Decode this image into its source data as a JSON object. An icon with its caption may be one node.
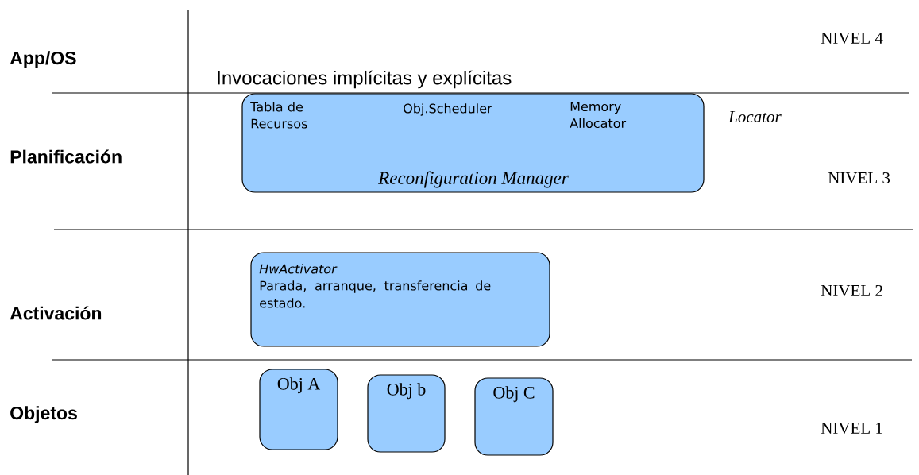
{
  "diagram": {
    "nodes": [
      {
        "text": [
          "Tabla de Recursos",
          "Obj.Scheduler",
          "Memory Allocator",
          "Reconfiguration Manager"
        ]
      },
      {
        "text": [
          "HwActivator",
          "Parada, arranque, transferencia de estado."
        ]
      },
      {
        "text": [
          "Obj A"
        ]
      },
      {
        "text": [
          "Obj b"
        ]
      },
      {
        "text": [
          "Obj C"
        ]
      }
    ],
    "labels": [
      "NIVEL 4",
      "App/OS",
      "Invocaciones implícitas y explícitas",
      "Locator",
      "Planificación",
      "NIVEL 3",
      "NIVEL 2",
      "Activación",
      "Objetos",
      "NIVEL 1"
    ]
  }
}
